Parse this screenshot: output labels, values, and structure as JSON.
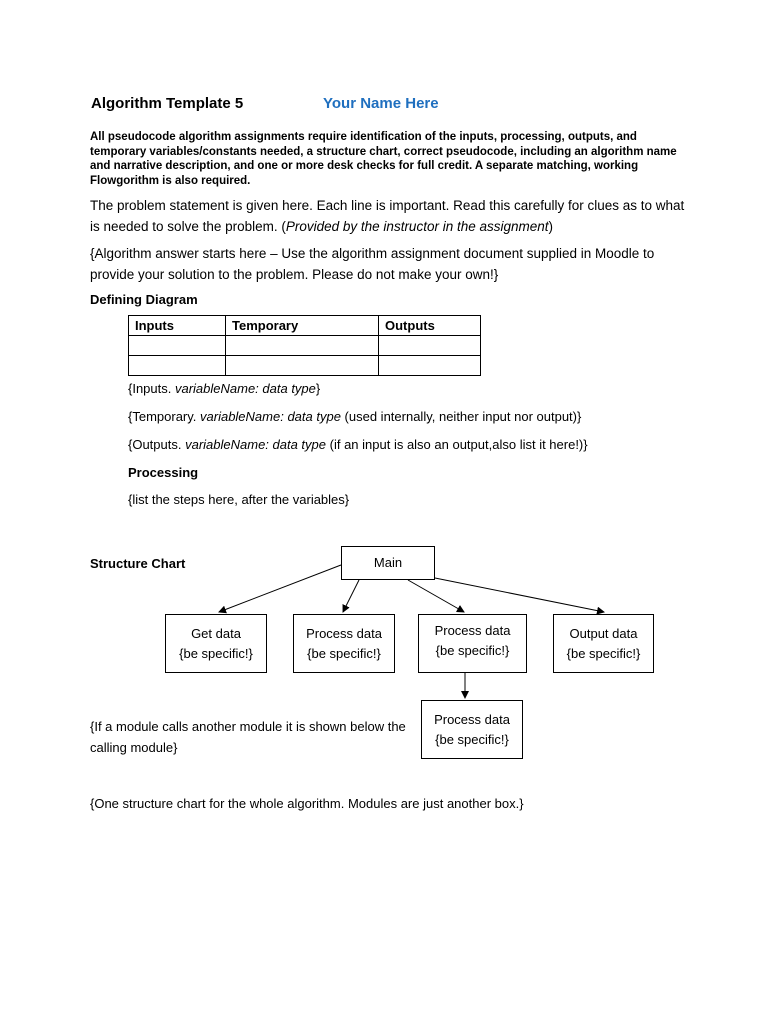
{
  "header": {
    "title": "Algorithm Template 5",
    "name_placeholder": "Your Name Here"
  },
  "intro": "All pseudocode algorithm assignments require identification of the inputs, processing, outputs, and temporary variables/constants needed, a structure chart, correct pseudocode, including an algorithm name and narrative description, and one or more desk checks for full credit.  A separate matching, working Flowgorithm is also required.",
  "problem": {
    "text": "The problem statement is given here. Each line is important. Read this carefully for clues as to what is needed to solve the problem. (",
    "italic": "Provided by the instructor in the assignment",
    "close": ")"
  },
  "answer_note": "{Algorithm answer starts here – Use the algorithm assignment document supplied in Moodle to provide your solution to the problem. Please do not make your own!}",
  "defining_diagram": {
    "label": "Defining Diagram",
    "headers": [
      "Inputs",
      "Temporary",
      "Outputs"
    ]
  },
  "variables": {
    "inputs": {
      "prefix": "{Inputs. ",
      "italic": "variableName: data type",
      "suffix": "}"
    },
    "temporary": {
      "prefix": "{Temporary. ",
      "italic": "variableName: data type",
      "suffix": " (used internally, neither input nor output)}"
    },
    "outputs": {
      "prefix": "{Outputs. ",
      "italic": "variableName: data type",
      "suffix": " (if an input is also an output,also list it here!)}"
    }
  },
  "processing": {
    "label": "Processing",
    "text": "{list the steps here, after the variables}"
  },
  "structure_chart": {
    "label": "Structure Chart",
    "main": "Main",
    "modules": [
      {
        "title": "Get data",
        "sub": "{be specific!}"
      },
      {
        "title": "Process data",
        "sub": "{be specific!}"
      },
      {
        "title": "Process data",
        "sub": "{be specific!}"
      },
      {
        "title": "Output data",
        "sub": "{be specific!}"
      }
    ],
    "child": {
      "title": "Process data",
      "sub": "{be specific!}"
    }
  },
  "module_note": "{If a module calls another module it is shown below the calling module}",
  "closing_note": "{One structure chart for the whole algorithm. Modules are just another box.}"
}
